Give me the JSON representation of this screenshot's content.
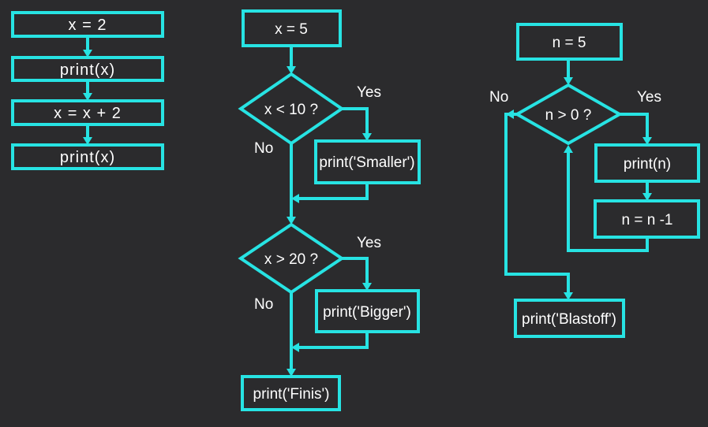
{
  "colors": {
    "background": "#2b2b2d",
    "accent": "#27e3e3",
    "text": "#ffffff"
  },
  "sequential": {
    "step1": "x = 2",
    "step2": "print(x)",
    "step3": "x = x + 2",
    "step4": "print(x)"
  },
  "conditional": {
    "start": "x = 5",
    "cond1": "x < 10 ?",
    "cond1_yes": "Yes",
    "cond1_no": "No",
    "action1": "print('Smaller')",
    "cond2": "x > 20 ?",
    "cond2_yes": "Yes",
    "cond2_no": "No",
    "action2": "print('Bigger')",
    "end": "print('Finis')"
  },
  "loop": {
    "start": "n = 5",
    "cond": "n > 0 ?",
    "yes": "Yes",
    "no": "No",
    "body1": "print(n)",
    "body2": "n = n -1",
    "end": "print('Blastoff')"
  }
}
